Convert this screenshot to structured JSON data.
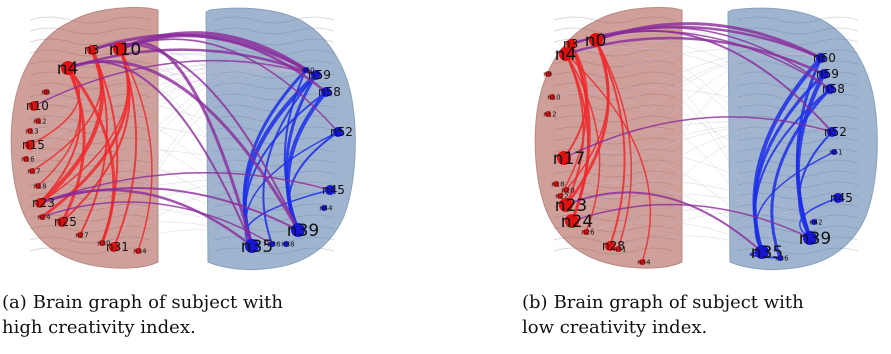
{
  "figure": {
    "panels": [
      {
        "id": "a",
        "tag": "(a)",
        "caption_line1": "Brain graph of subject with",
        "caption_line2": "high creativity index.",
        "labels": [
          {
            "t": "n3",
            "s": "m"
          },
          {
            "t": "n10",
            "s": "l"
          },
          {
            "t": "n4",
            "s": "l"
          },
          {
            "t": "n9",
            "s": "s"
          },
          {
            "t": "n10",
            "s": "m"
          },
          {
            "t": "n12",
            "s": "s"
          },
          {
            "t": "n13",
            "s": "s"
          },
          {
            "t": "n15",
            "s": "m"
          },
          {
            "t": "n16",
            "s": "s"
          },
          {
            "t": "n17",
            "s": "s"
          },
          {
            "t": "n18",
            "s": "s"
          },
          {
            "t": "n23",
            "s": "m"
          },
          {
            "t": "n24",
            "s": "s"
          },
          {
            "t": "n25",
            "s": "m"
          },
          {
            "t": "n27",
            "s": "s"
          },
          {
            "t": "n30",
            "s": "s"
          },
          {
            "t": "n31",
            "s": "m"
          },
          {
            "t": "n34",
            "s": "s"
          },
          {
            "t": "n59",
            "s": "m"
          },
          {
            "t": "n58",
            "s": "m"
          },
          {
            "t": "n52",
            "s": "m"
          },
          {
            "t": "n45",
            "s": "m"
          },
          {
            "t": "n44",
            "s": "s"
          },
          {
            "t": "n35",
            "s": "l"
          },
          {
            "t": "n36",
            "s": "s"
          },
          {
            "t": "n38",
            "s": "s"
          },
          {
            "t": "n39",
            "s": "l"
          },
          {
            "t": "n60",
            "s": "s"
          }
        ]
      },
      {
        "id": "b",
        "tag": "(b)",
        "caption_line1": "Brain graph of subject with",
        "caption_line2": "low creativity index.",
        "labels": [
          {
            "t": "n3",
            "s": "m"
          },
          {
            "t": "n0",
            "s": "l"
          },
          {
            "t": "n4",
            "s": "l"
          },
          {
            "t": "n9",
            "s": "s"
          },
          {
            "t": "n10",
            "s": "s"
          },
          {
            "t": "n12",
            "s": "s"
          },
          {
            "t": "n17",
            "s": "l"
          },
          {
            "t": "n18",
            "s": "s"
          },
          {
            "t": "n20",
            "s": "s"
          },
          {
            "t": "n22",
            "s": "s"
          },
          {
            "t": "n23",
            "s": "l"
          },
          {
            "t": "n24",
            "s": "l"
          },
          {
            "t": "n26",
            "s": "s"
          },
          {
            "t": "n28",
            "s": "m"
          },
          {
            "t": "n31",
            "s": "s"
          },
          {
            "t": "n34",
            "s": "s"
          },
          {
            "t": "n60",
            "s": "m"
          },
          {
            "t": "n59",
            "s": "m"
          },
          {
            "t": "n58",
            "s": "m"
          },
          {
            "t": "n52",
            "s": "m"
          },
          {
            "t": "n51",
            "s": "s"
          },
          {
            "t": "n45",
            "s": "m"
          },
          {
            "t": "n42",
            "s": "s"
          },
          {
            "t": "n35",
            "s": "l"
          },
          {
            "t": "n39",
            "s": "l"
          },
          {
            "t": "n36",
            "s": "s"
          }
        ]
      }
    ],
    "colors": {
      "left_hemisphere_fill": "#cf9f9a",
      "right_hemisphere_fill": "#9fb4cf",
      "intra_left_edge": "#f0282c",
      "intra_right_edge": "#1c2ee8",
      "inter_edge": "#8a2a9a",
      "left_node": "#e01010",
      "right_node": "#1515d8"
    }
  }
}
